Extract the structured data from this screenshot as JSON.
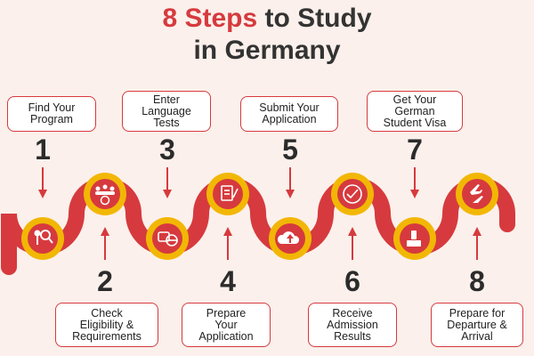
{
  "title": {
    "accent": "8 Steps",
    "line1_rest": " to Study",
    "line2": "in Germany"
  },
  "steps": [
    {
      "number": "1",
      "label": "Find Your\nProgram",
      "icon": "magnifier-person-icon"
    },
    {
      "number": "2",
      "label": "Check\nEligibility &\nRequirements",
      "icon": "group-check-icon"
    },
    {
      "number": "3",
      "label": "Enter\nLanguage\nTests",
      "icon": "speech-globe-icon"
    },
    {
      "number": "4",
      "label": "Prepare\nYour\nApplication",
      "icon": "document-pen-icon"
    },
    {
      "number": "5",
      "label": "Submit Your\nApplication",
      "icon": "cloud-upload-icon"
    },
    {
      "number": "6",
      "label": "Receive\nAdmission\nResults",
      "icon": "target-check-icon"
    },
    {
      "number": "7",
      "label": "Get Your\nGerman\nStudent Visa",
      "icon": "passport-stamp-icon"
    },
    {
      "number": "8",
      "label": "Prepare for\nDeparture &\nArrival",
      "icon": "airplanes-icon"
    }
  ],
  "colors": {
    "background": "#fbf0eb",
    "accent_red": "#d63a3e",
    "gold": "#f2b705",
    "text": "#2b2b2b"
  }
}
